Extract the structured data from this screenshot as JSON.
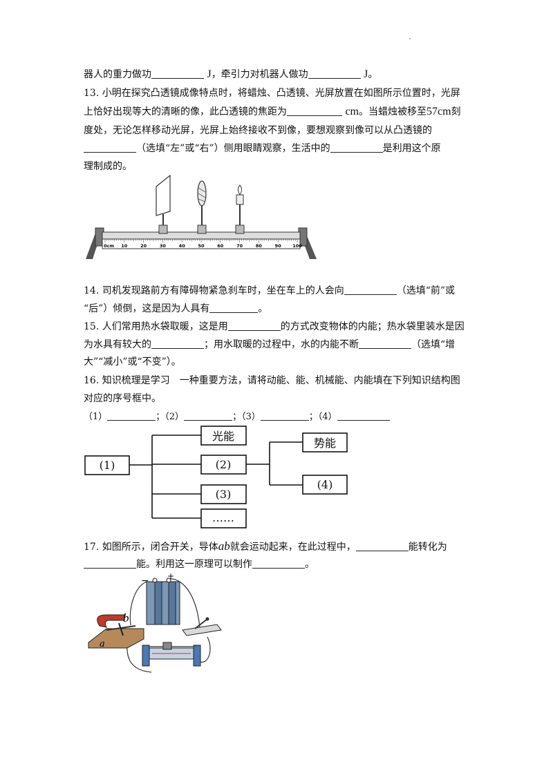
{
  "q12_tail": {
    "text_a": "器人的重力做功",
    "unit_a": "J",
    "text_b": "，牵引力对机器人做功",
    "unit_b": "J",
    "end": "。"
  },
  "q13": {
    "line1": "13. 小明在探究凸透镜成像特点时，将蜡烛、凸透镜、光屏放置在如图所示位置时，光屏",
    "line2_a": "上恰好出现等大的清晰的像，此凸透镜的焦距为",
    "line2_unit": "cm",
    "line2_b": "。当蜡烛被移至",
    "line2_val": "57cm",
    "line2_c": "刻",
    "line3": "度处，无论怎样移动光屏，光屏上始终接收不到像，要想观察到像可以从凸透镜的",
    "line4_a": "（选填“左”或“右”）侧用眼睛观察，生活中的",
    "line4_b": "是利用这个原",
    "line5": "理制成的。",
    "ruler_labels": [
      "0cm",
      "10",
      "20",
      "30",
      "40",
      "50",
      "60",
      "70",
      "80",
      "90",
      "100"
    ]
  },
  "q14": {
    "line1_a": "14. 司机发现路前方有障碍物紧急刹车时，坐在车上的人会向",
    "line1_b": "（选填“前”或",
    "line2_a": "“后”）倾倒，这是因为人具有",
    "line2_b": "。"
  },
  "q15": {
    "line1_a": "15. 人们常用热水袋取暖，这是用",
    "line1_b": "的方式改变物体的内能；热水袋里装水是因",
    "line2_a": "为水具有较大的",
    "line2_b": "；用水取暖的过程中，水的内能不断",
    "line2_c": "（选填“增",
    "line3": "大”“减小”或“不变”）。"
  },
  "q16": {
    "line1": "16. 知识梳理是学习　一种重要方法，请将动能、能、机械能、内能填在下列知识结构图",
    "line2": "对应的序号框中。",
    "blank_labels": [
      "（1）",
      "；（2）",
      "；（3）",
      "；（4）"
    ],
    "boxes": {
      "b1": "(1)",
      "b2": "(2)",
      "b3": "(3)",
      "b4": "(4)",
      "light": "光能",
      "potential": "势能",
      "more": "……"
    }
  },
  "q17": {
    "line1_a": "17. 如图所示，闭合开关，导体",
    "line1_var": "ab",
    "line1_b": "就会运动起来，在此过程中，",
    "line1_c": "能转化为",
    "line2_a": "能。利用这一原理可以制作",
    "line2_b": "。",
    "labels": {
      "minus": "−",
      "plus": "+",
      "a": "a",
      "b": "b"
    }
  }
}
